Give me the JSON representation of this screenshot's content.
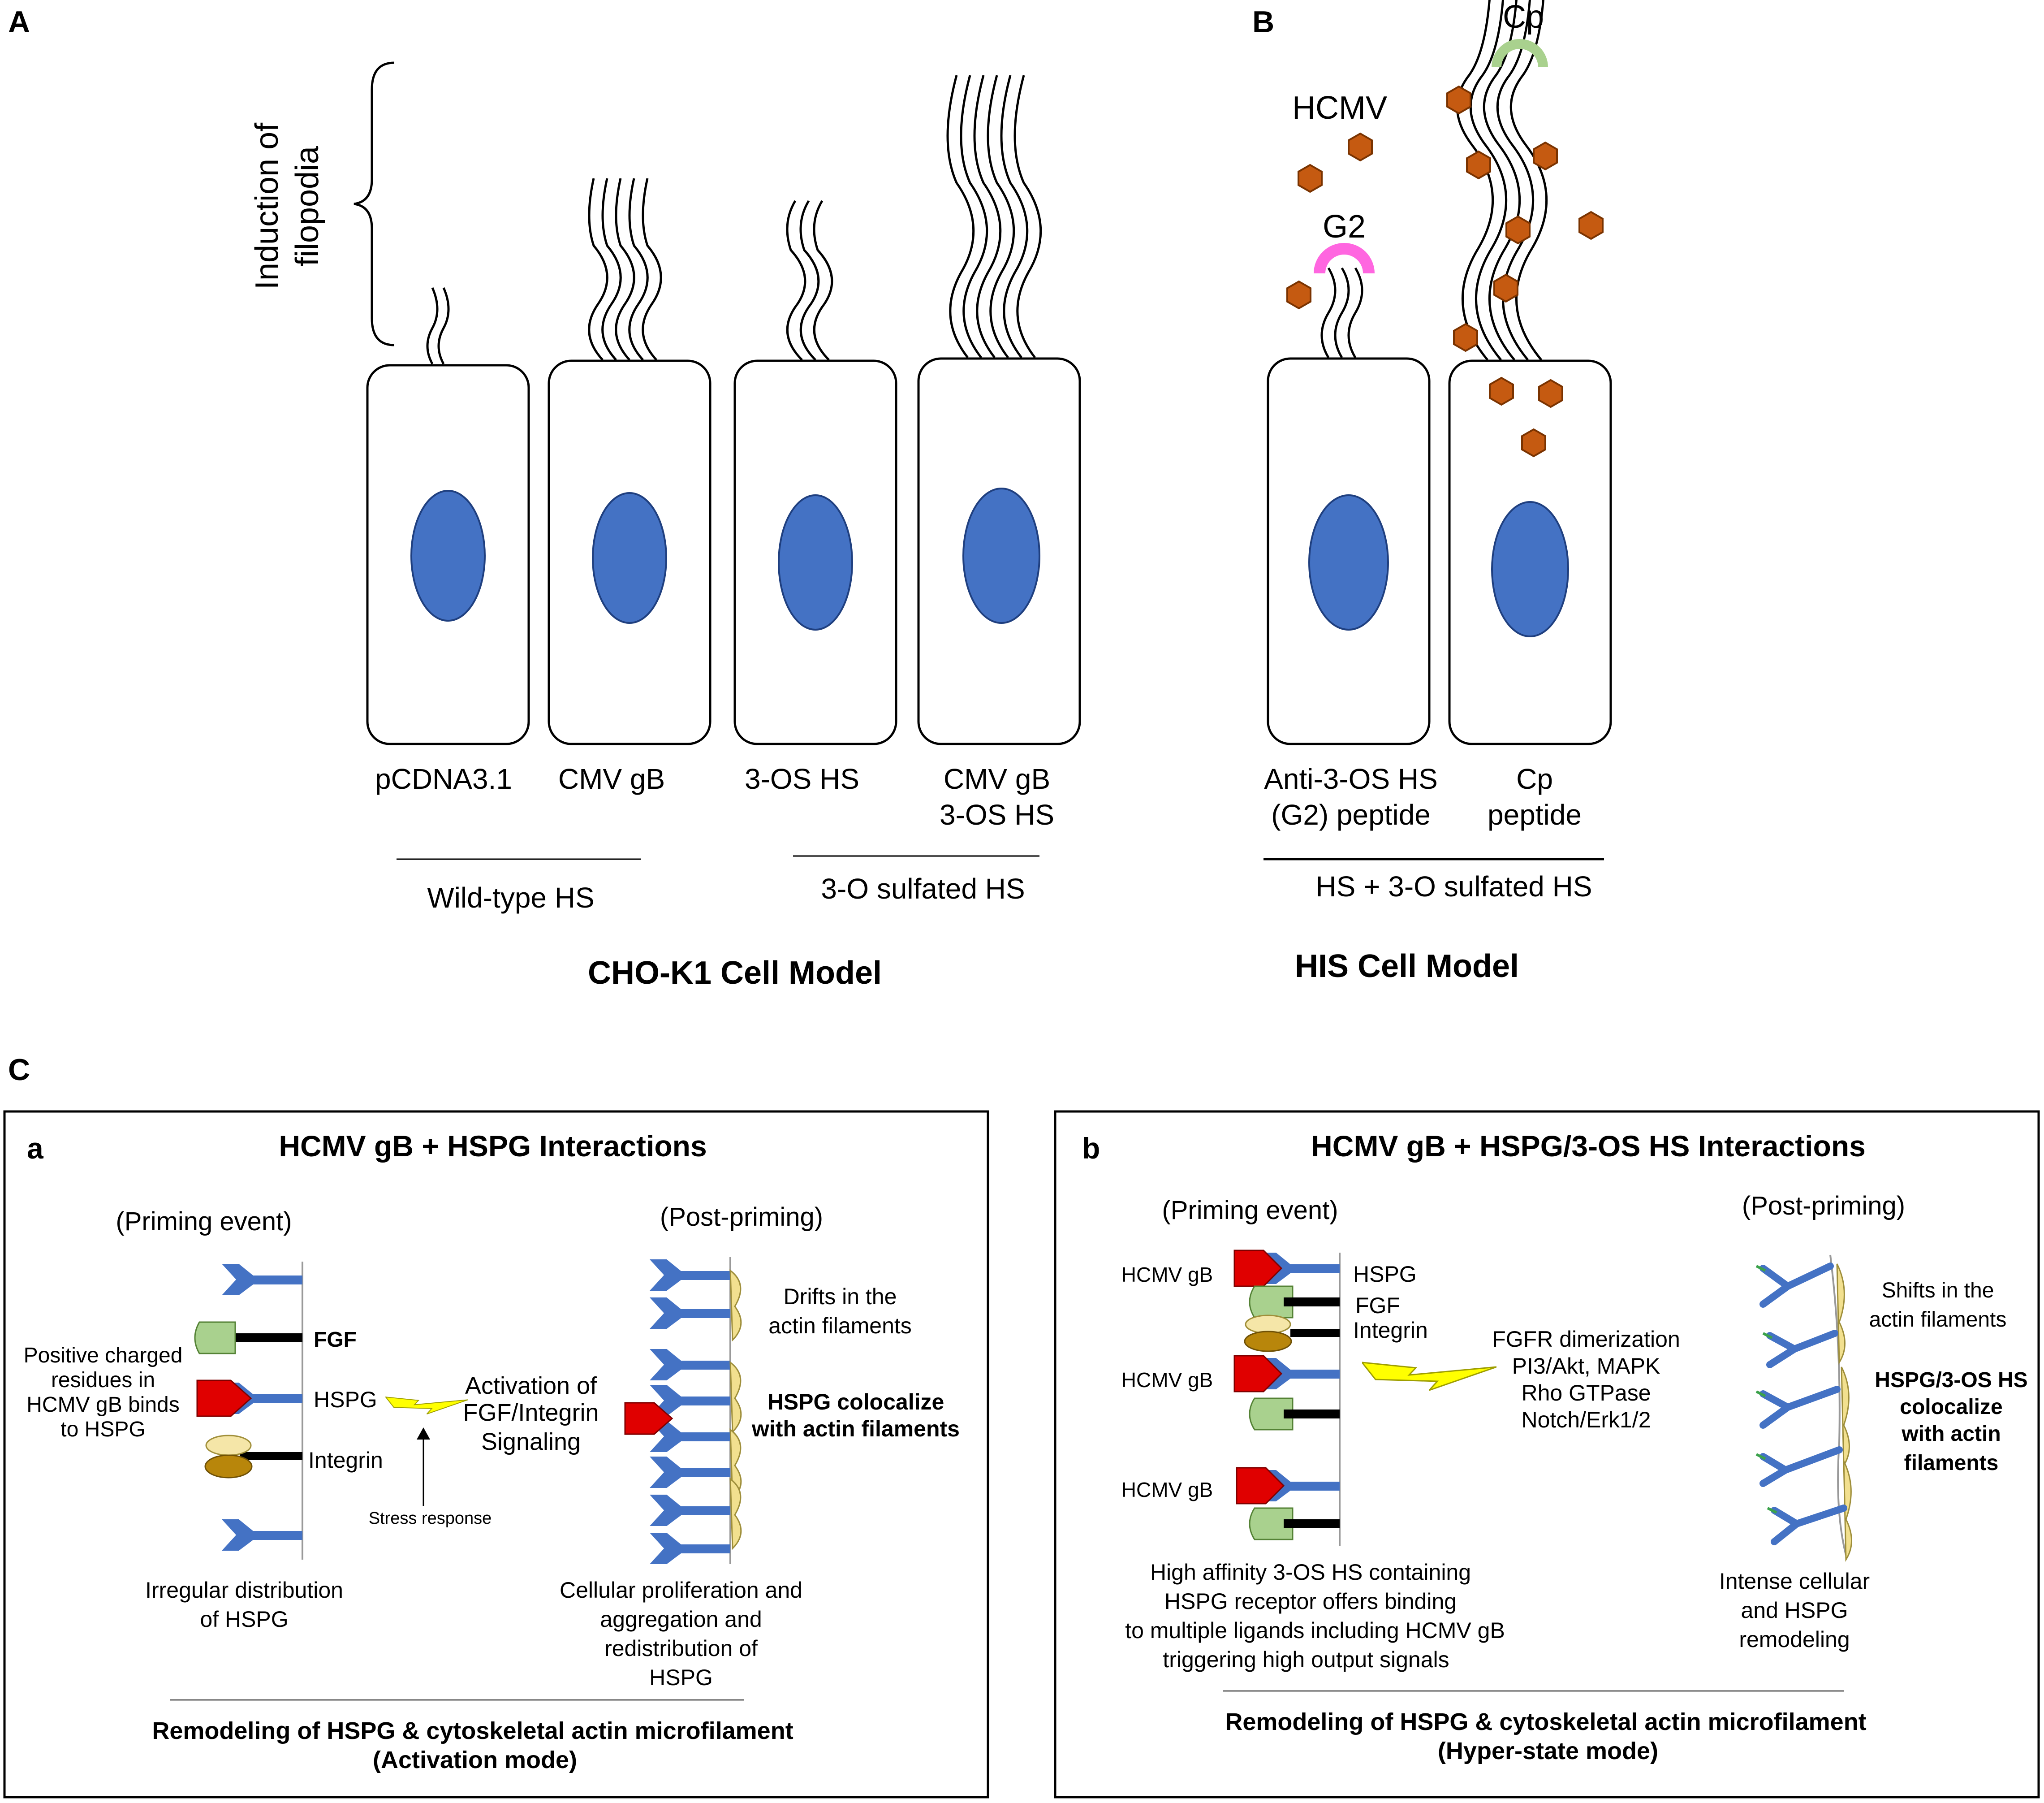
{
  "panelA": {
    "label": "A",
    "brace_label_line1": "Induction of",
    "brace_label_line2": "filopodia",
    "cells": [
      {
        "label1": "pCDNA3.1",
        "label2": ""
      },
      {
        "label1": "CMV gB",
        "label2": ""
      },
      {
        "label1": "3-OS HS",
        "label2": ""
      },
      {
        "label1": "CMV gB",
        "label2": "3-OS HS"
      }
    ],
    "group1": "Wild-type HS",
    "group2": "3-O sulfated HS",
    "model": "CHO-K1 Cell Model"
  },
  "panelB": {
    "label": "B",
    "hcmv": "HCMV",
    "g2": "G2",
    "cp": "Cp",
    "cells": [
      {
        "label1": "Anti-3-OS HS",
        "label2": "(G2) peptide"
      },
      {
        "label1": "Cp",
        "label2": "peptide"
      }
    ],
    "group": "HS + 3-O sulfated HS",
    "model": "HIS Cell Model"
  },
  "panelC": {
    "label": "C",
    "a": {
      "letter": "a",
      "title": "HCMV gB + HSPG Interactions",
      "priming": "(Priming event)",
      "postpriming": "(Post-priming)",
      "left_note": [
        "Positive charged",
        "residues in",
        "HCMV gB binds",
        "to HSPG"
      ],
      "fgf": "FGF",
      "hspg": "HSPG",
      "integrin": "Integrin",
      "stress": "Stress response",
      "activation": [
        "Activation of",
        "FGF/Integrin",
        "Signaling"
      ],
      "drifts": [
        "Drifts in the",
        "actin filaments"
      ],
      "colocalize": [
        "HSPG colocalize",
        "with actin filaments"
      ],
      "irregular": [
        "Irregular  distribution",
        "of HSPG"
      ],
      "cellular": [
        "Cellular  proliferation and",
        "aggregation and",
        "redistribution of",
        "HSPG"
      ],
      "remodel1": "Remodeling of HSPG & cytoskeletal actin microfilament",
      "remodel2": "(Activation mode)"
    },
    "b": {
      "letter": "b",
      "title": "HCMV gB + HSPG/3-OS HS Interactions",
      "priming": "(Priming event)",
      "postpriming": "(Post-priming)",
      "gb1": "HCMV gB",
      "gb2": "HCMV gB",
      "gb3": "HCMV gB",
      "hspg": "HSPG",
      "fgf": "FGF",
      "integrin": "Integrin",
      "signals": [
        "FGFR dimerization",
        "PI3/Akt, MAPK",
        "Rho GTPase",
        "Notch/Erk1/2"
      ],
      "shifts": [
        "Shifts in the",
        "actin filaments"
      ],
      "colocalize": [
        "HSPG/3-OS HS",
        "colocalize",
        "with actin",
        "filaments"
      ],
      "high": [
        "High affinity 3-OS HS containing",
        "HSPG receptor offers binding",
        "to multiple ligands including  HCMV gB",
        "triggering high output signals"
      ],
      "intense": [
        "Intense  cellular",
        "and  HSPG",
        "remodeling"
      ],
      "remodel1": "Remodeling of HSPG & cytoskeletal actin microfilament",
      "remodel2": "(Hyper-state mode)"
    }
  }
}
